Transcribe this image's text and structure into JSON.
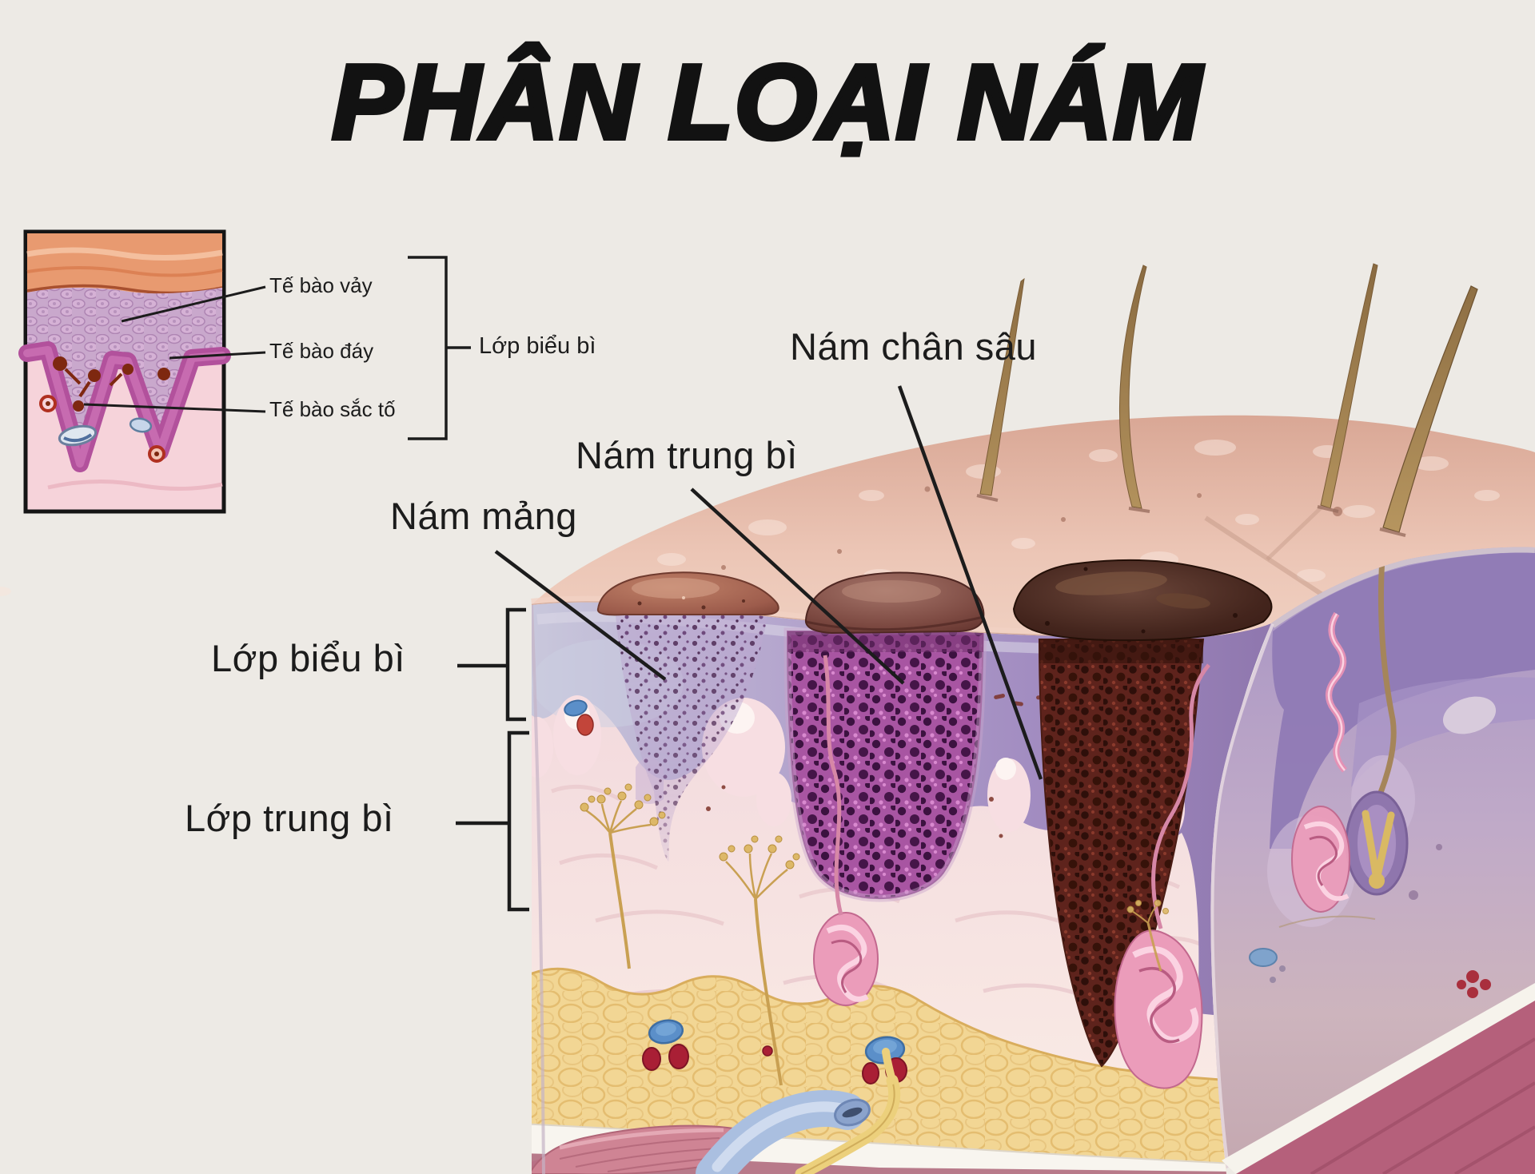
{
  "title": "PHÂN LOẠI NÁM",
  "inset": {
    "squamous": "Tế bào vảy",
    "basal": "Tế bào đáy",
    "pigment": "Tế bào sắc tố",
    "epidermis_bracket": "Lớp biểu bì"
  },
  "main_labels": {
    "patch": "Nám mảng",
    "dermal": "Nám trung bì",
    "deep": "Nám chân sâu",
    "epidermis": "Lớp biểu bì",
    "dermis": "Lớp trung bì"
  },
  "palette": {
    "background": "#edeae5",
    "text": "#1c1c1c",
    "skin_surface": "#e9c0b1",
    "epidermis_purple": "#a78fbe",
    "dermis_pink": "#f7e3e4",
    "fat_yellow": "#f2d694",
    "muscle_rose": "#b5607b",
    "melasma_patch": "#9d5c52",
    "melasma_dermal": "#a14f9b",
    "melasma_deep": "#4a241c",
    "hair_tan": "#a5855a",
    "gland_pink": "#ef9ec0",
    "vein_blue": "#aabfe0",
    "nerve_yellow": "#d9b163"
  }
}
